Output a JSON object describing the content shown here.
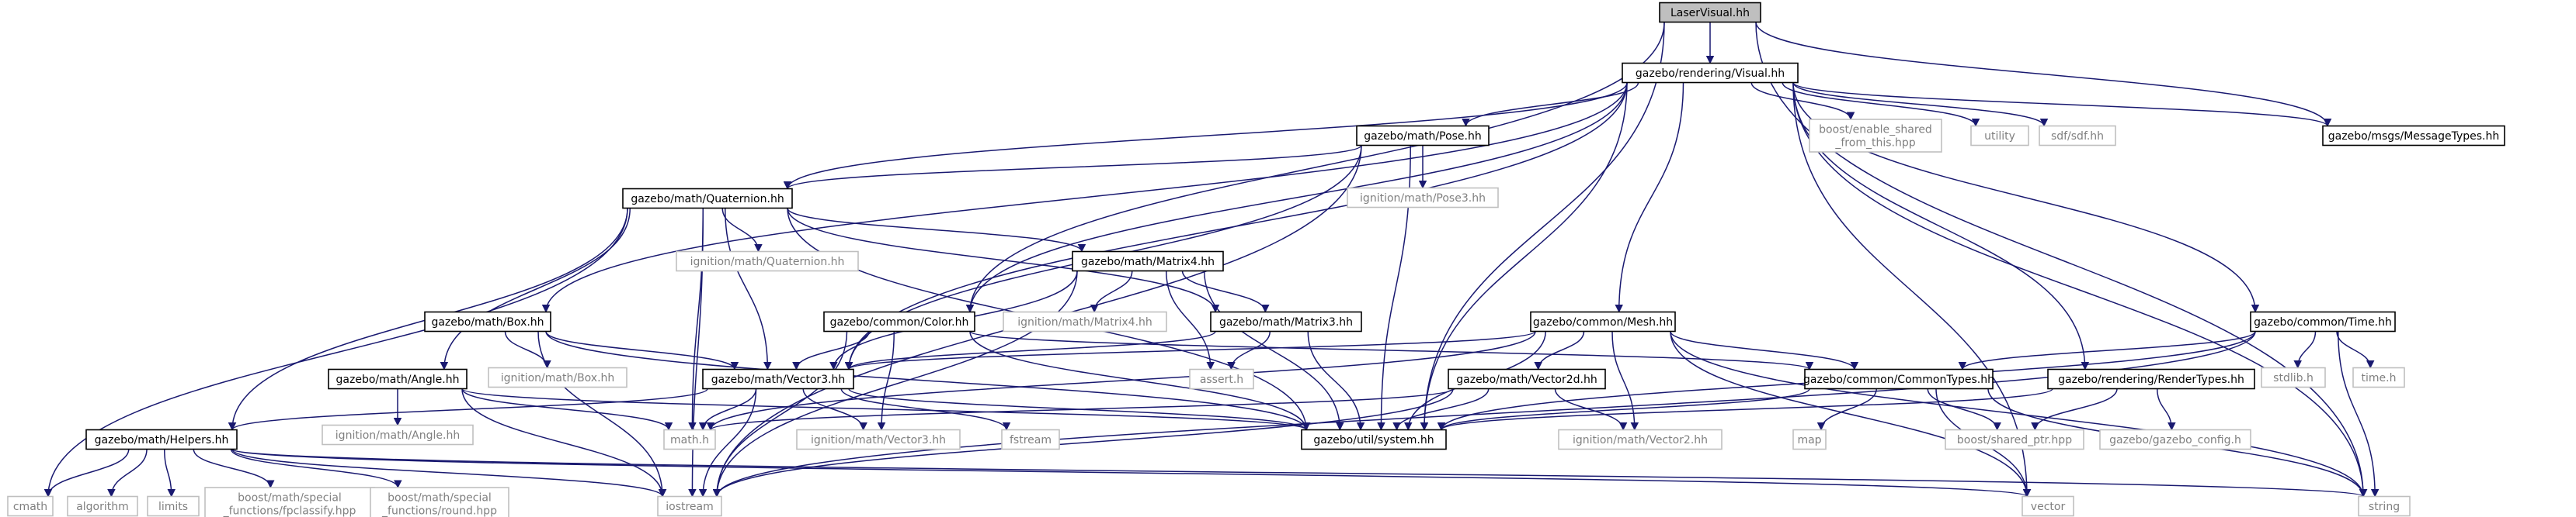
{
  "graph": {
    "root": "LaserVisual.hh",
    "colors": {
      "root_fill": "#bfbfbf",
      "documented_fill": "#ffffff",
      "documented_border": "#000000",
      "external_border": "#bfbfbf",
      "external_text": "#808080",
      "edge": "#191970"
    },
    "nodes": [
      {
        "id": "laservisual",
        "label": "LaserVisual.hh",
        "kind": "root"
      },
      {
        "id": "visual",
        "label": "gazebo/rendering/Visual.hh",
        "kind": "doc"
      },
      {
        "id": "pose",
        "label": "gazebo/math/Pose.hh",
        "kind": "doc"
      },
      {
        "id": "quaternion",
        "label": "gazebo/math/Quaternion.hh",
        "kind": "doc"
      },
      {
        "id": "matrix4",
        "label": "gazebo/math/Matrix4.hh",
        "kind": "doc"
      },
      {
        "id": "box",
        "label": "gazebo/math/Box.hh",
        "kind": "doc"
      },
      {
        "id": "color",
        "label": "gazebo/common/Color.hh",
        "kind": "doc"
      },
      {
        "id": "matrix3",
        "label": "gazebo/math/Matrix3.hh",
        "kind": "doc"
      },
      {
        "id": "mesh",
        "label": "gazebo/common/Mesh.hh",
        "kind": "doc"
      },
      {
        "id": "time",
        "label": "gazebo/common/Time.hh",
        "kind": "doc"
      },
      {
        "id": "angle",
        "label": "gazebo/math/Angle.hh",
        "kind": "doc"
      },
      {
        "id": "vector3",
        "label": "gazebo/math/Vector3.hh",
        "kind": "doc"
      },
      {
        "id": "vector2d",
        "label": "gazebo/math/Vector2d.hh",
        "kind": "doc"
      },
      {
        "id": "commontypes",
        "label": "gazebo/common/CommonTypes.hh",
        "kind": "doc"
      },
      {
        "id": "rendertypes",
        "label": "gazebo/rendering/RenderTypes.hh",
        "kind": "doc"
      },
      {
        "id": "helpers",
        "label": "gazebo/math/Helpers.hh",
        "kind": "doc"
      },
      {
        "id": "system",
        "label": "gazebo/util/system.hh",
        "kind": "doc"
      },
      {
        "id": "messagetypes",
        "label": "gazebo/msgs/MessageTypes.hh",
        "kind": "doc"
      },
      {
        "id": "boost_enable",
        "label": "boost/enable_shared\n_from_this.hpp",
        "kind": "ext"
      },
      {
        "id": "utility",
        "label": "utility",
        "kind": "ext"
      },
      {
        "id": "sdf",
        "label": "sdf/sdf.hh",
        "kind": "ext"
      },
      {
        "id": "ign_pose3",
        "label": "ignition/math/Pose3.hh",
        "kind": "ext"
      },
      {
        "id": "ign_quat",
        "label": "ignition/math/Quaternion.hh",
        "kind": "ext"
      },
      {
        "id": "ign_matrix4",
        "label": "ignition/math/Matrix4.hh",
        "kind": "ext"
      },
      {
        "id": "ign_box",
        "label": "ignition/math/Box.hh",
        "kind": "ext"
      },
      {
        "id": "ign_angle",
        "label": "ignition/math/Angle.hh",
        "kind": "ext"
      },
      {
        "id": "assert",
        "label": "assert.h",
        "kind": "ext"
      },
      {
        "id": "stdlib",
        "label": "stdlib.h",
        "kind": "ext"
      },
      {
        "id": "timeh",
        "label": "time.h",
        "kind": "ext"
      },
      {
        "id": "mathh",
        "label": "math.h",
        "kind": "ext"
      },
      {
        "id": "ign_vector3",
        "label": "ignition/math/Vector3.hh",
        "kind": "ext"
      },
      {
        "id": "fstream",
        "label": "fstream",
        "kind": "ext"
      },
      {
        "id": "ign_vector2",
        "label": "ignition/math/Vector2.hh",
        "kind": "ext"
      },
      {
        "id": "map",
        "label": "map",
        "kind": "ext"
      },
      {
        "id": "boost_shared",
        "label": "boost/shared_ptr.hpp",
        "kind": "ext"
      },
      {
        "id": "gazebo_config",
        "label": "gazebo/gazebo_config.h",
        "kind": "ext"
      },
      {
        "id": "cmath",
        "label": "cmath",
        "kind": "ext"
      },
      {
        "id": "algorithm",
        "label": "algorithm",
        "kind": "ext"
      },
      {
        "id": "limits",
        "label": "limits",
        "kind": "ext"
      },
      {
        "id": "fpclassify",
        "label": "boost/math/special\n_functions/fpclassify.hpp",
        "kind": "ext"
      },
      {
        "id": "round",
        "label": "boost/math/special\n_functions/round.hpp",
        "kind": "ext"
      },
      {
        "id": "iostream",
        "label": "iostream",
        "kind": "ext"
      },
      {
        "id": "vector",
        "label": "vector",
        "kind": "ext"
      },
      {
        "id": "string",
        "label": "string",
        "kind": "ext"
      }
    ],
    "edges": [
      [
        "laservisual",
        "visual"
      ],
      [
        "laservisual",
        "color"
      ],
      [
        "laservisual",
        "messagetypes"
      ],
      [
        "laservisual",
        "system"
      ],
      [
        "laservisual",
        "string"
      ],
      [
        "visual",
        "boost_enable"
      ],
      [
        "visual",
        "utility"
      ],
      [
        "visual",
        "sdf"
      ],
      [
        "visual",
        "messagetypes"
      ],
      [
        "visual",
        "pose"
      ],
      [
        "visual",
        "quaternion"
      ],
      [
        "visual",
        "box"
      ],
      [
        "visual",
        "color"
      ],
      [
        "visual",
        "mesh"
      ],
      [
        "visual",
        "time"
      ],
      [
        "visual",
        "rendertypes"
      ],
      [
        "visual",
        "vector3"
      ],
      [
        "visual",
        "system"
      ],
      [
        "visual",
        "vector"
      ],
      [
        "visual",
        "string"
      ],
      [
        "pose",
        "ign_pose3"
      ],
      [
        "pose",
        "quaternion"
      ],
      [
        "pose",
        "vector3"
      ],
      [
        "pose",
        "system"
      ],
      [
        "pose",
        "iostream"
      ],
      [
        "quaternion",
        "ign_quat"
      ],
      [
        "quaternion",
        "matrix4"
      ],
      [
        "quaternion",
        "matrix3"
      ],
      [
        "quaternion",
        "angle"
      ],
      [
        "quaternion",
        "vector3"
      ],
      [
        "quaternion",
        "helpers"
      ],
      [
        "quaternion",
        "system"
      ],
      [
        "quaternion",
        "mathh"
      ],
      [
        "quaternion",
        "cmath"
      ],
      [
        "quaternion",
        "iostream"
      ],
      [
        "matrix4",
        "ign_matrix4"
      ],
      [
        "matrix4",
        "matrix3"
      ],
      [
        "matrix4",
        "vector3"
      ],
      [
        "matrix4",
        "assert"
      ],
      [
        "matrix4",
        "system"
      ],
      [
        "matrix4",
        "iostream"
      ],
      [
        "box",
        "ign_box"
      ],
      [
        "box",
        "vector3"
      ],
      [
        "box",
        "system"
      ],
      [
        "box",
        "iostream"
      ],
      [
        "color",
        "ign_vector3"
      ],
      [
        "color",
        "vector3"
      ],
      [
        "color",
        "system"
      ],
      [
        "color",
        "commontypes"
      ],
      [
        "color",
        "iostream"
      ],
      [
        "matrix3",
        "vector3"
      ],
      [
        "matrix3",
        "assert"
      ],
      [
        "matrix3",
        "system"
      ],
      [
        "mesh",
        "vector3"
      ],
      [
        "mesh",
        "vector2d"
      ],
      [
        "mesh",
        "commontypes"
      ],
      [
        "mesh",
        "ign_vector2"
      ],
      [
        "mesh",
        "system"
      ],
      [
        "mesh",
        "mathh"
      ],
      [
        "mesh",
        "vector"
      ],
      [
        "mesh",
        "string"
      ],
      [
        "time",
        "stdlib"
      ],
      [
        "time",
        "timeh"
      ],
      [
        "time",
        "string"
      ],
      [
        "time",
        "commontypes"
      ],
      [
        "time",
        "system"
      ],
      [
        "time",
        "iostream"
      ],
      [
        "angle",
        "ign_angle"
      ],
      [
        "angle",
        "mathh"
      ],
      [
        "angle",
        "system"
      ],
      [
        "angle",
        "iostream"
      ],
      [
        "vector3",
        "helpers"
      ],
      [
        "vector3",
        "mathh"
      ],
      [
        "vector3",
        "ign_vector3"
      ],
      [
        "vector3",
        "fstream"
      ],
      [
        "vector3",
        "system"
      ],
      [
        "vector3",
        "iostream"
      ],
      [
        "vector2d",
        "mathh"
      ],
      [
        "vector2d",
        "ign_vector2"
      ],
      [
        "vector2d",
        "system"
      ],
      [
        "vector2d",
        "iostream"
      ],
      [
        "commontypes",
        "map"
      ],
      [
        "commontypes",
        "boost_shared"
      ],
      [
        "commontypes",
        "vector"
      ],
      [
        "commontypes",
        "string"
      ],
      [
        "commontypes",
        "system"
      ],
      [
        "rendertypes",
        "boost_shared"
      ],
      [
        "rendertypes",
        "gazebo_config"
      ],
      [
        "rendertypes",
        "system"
      ],
      [
        "helpers",
        "cmath"
      ],
      [
        "helpers",
        "algorithm"
      ],
      [
        "helpers",
        "limits"
      ],
      [
        "helpers",
        "fpclassify"
      ],
      [
        "helpers",
        "round"
      ],
      [
        "helpers",
        "iostream"
      ],
      [
        "helpers",
        "string"
      ],
      [
        "helpers",
        "vector"
      ]
    ]
  }
}
